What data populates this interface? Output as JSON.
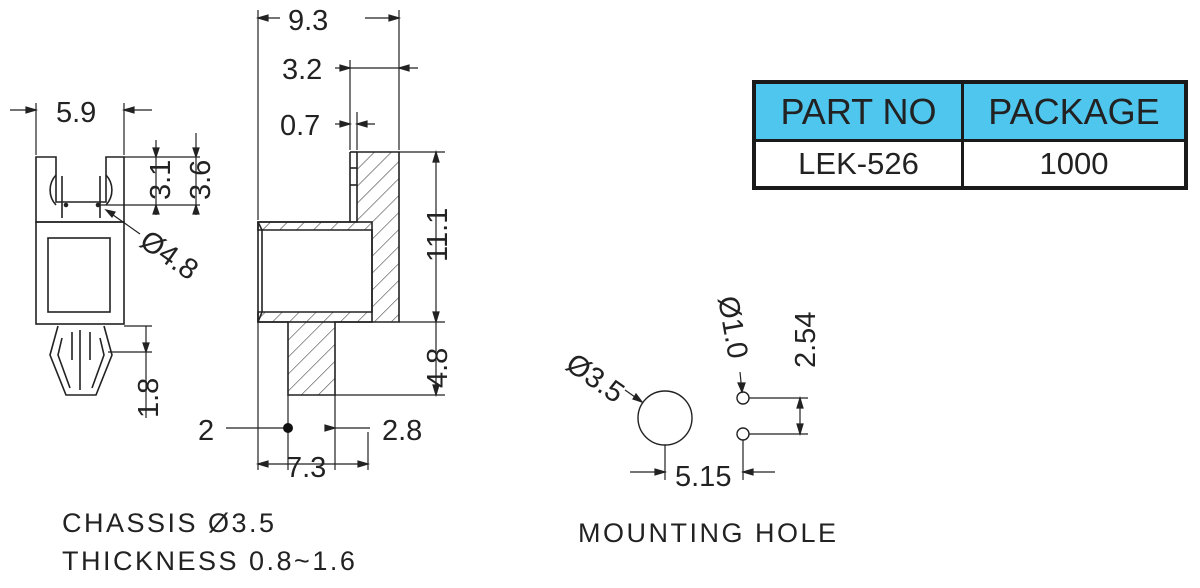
{
  "table": {
    "headers": [
      "PART NO",
      "PACKAGE"
    ],
    "row": [
      "LEK-526",
      "1000"
    ]
  },
  "dimensions": {
    "width_9_3": "9.3",
    "width_3_2": "3.2",
    "width_0_7": "0.7",
    "width_5_9": "5.9",
    "height_3_1": "3.1",
    "height_3_6": "3.6",
    "dia_4_8": "Ø4.8",
    "height_11_1": "11.1",
    "height_4_8": "4.8",
    "height_1_8": "1.8",
    "offset_2": "2",
    "offset_2_8": "2.8",
    "width_7_3": "7.3",
    "dia_3_5": "Ø3.5",
    "dia_1_0": "Ø1.0",
    "pitch_2_54": "2.54",
    "spacing_5_15": "5.15"
  },
  "captions": {
    "chassis": "CHASSIS Ø3.5",
    "thickness": "THICKNESS 0.8~1.6",
    "mounting": "MOUNTING HOLE"
  },
  "colors": {
    "header_bg": "#4fc6ee",
    "line": "#222222"
  }
}
